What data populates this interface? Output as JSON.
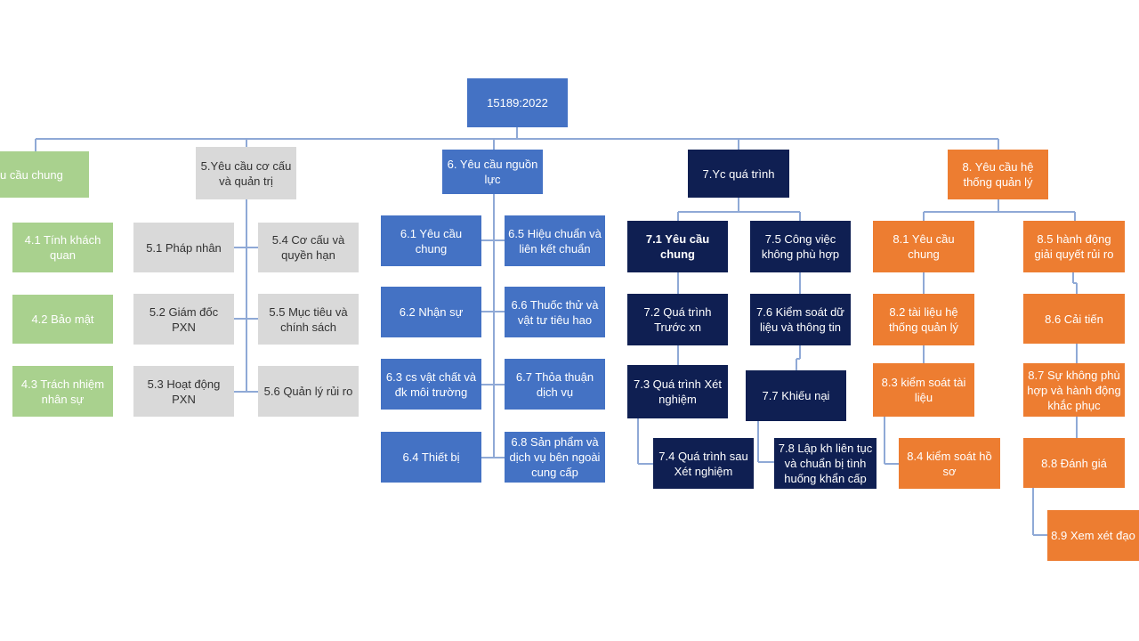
{
  "colors": {
    "root": "#4472c4",
    "group4": "#a9d18e",
    "group5": "#d9d9d9",
    "group6": "#4472c4",
    "group7": "#0f1f52",
    "group8": "#ed7d31",
    "connector": "#8fa9d6"
  },
  "root": {
    "label": "15189:2022"
  },
  "groups": {
    "g4": {
      "label": "u cầu chung",
      "items": [
        "4.1 Tính khách quan",
        "4.2 Bảo mật",
        "4.3 Trách nhiệm nhân sự"
      ]
    },
    "g5": {
      "label": "5.Yêu cầu cơ cấu và quản trị",
      "items": [
        "5.1 Pháp nhân",
        "5.2 Giám đốc PXN",
        "5.3 Hoạt động PXN",
        "5.4 Cơ cấu và quyền hạn",
        "5.5 Mục tiêu và chính sách",
        "5.6 Quản lý rủi ro"
      ]
    },
    "g6": {
      "label": "6. Yêu cầu nguồn lực",
      "items": [
        "6.1 Yêu cầu chung",
        "6.2 Nhận sự",
        "6.3 cs vật chất và đk môi trường",
        "6.4 Thiết bị",
        "6.5 Hiệu chuẩn và liên kết chuẩn",
        "6.6  Thuốc thử và vật tư tiêu hao",
        "6.7 Thỏa thuận dịch vụ",
        "6.8 Sản phẩm và dịch vụ bên ngoài cung cấp"
      ]
    },
    "g7": {
      "label": "7.Yc quá trình",
      "items": [
        "7.1 Yêu cầu chung",
        "7.2 Quá trình Trước xn",
        "7.3 Quá trình Xét nghiệm",
        "7.4 Quá trình sau Xét nghiệm",
        "7.5 Công việc không phù hợp",
        "7.6 Kiểm soát dữ liệu và thông tin",
        "7.7 Khiếu nại",
        "7.8 Lập kh liên tục và chuẩn bị tình huống khẩn cấp"
      ]
    },
    "g8": {
      "label": "8. Yêu cầu hệ thống quản lý",
      "items": [
        "8.1 Yêu cầu chung",
        "8.2 tài liệu hệ thống quản lý",
        "8.3 kiểm soát tài liệu",
        "8.4 kiểm soát hồ sơ",
        "8.5 hành động giải quyết rủi ro",
        "8.6 Cải tiến",
        "8.7 Sự không phù hợp và hành động khắc phục",
        "8.8 Đánh giá",
        "8.9 Xem xét đạo"
      ]
    }
  }
}
